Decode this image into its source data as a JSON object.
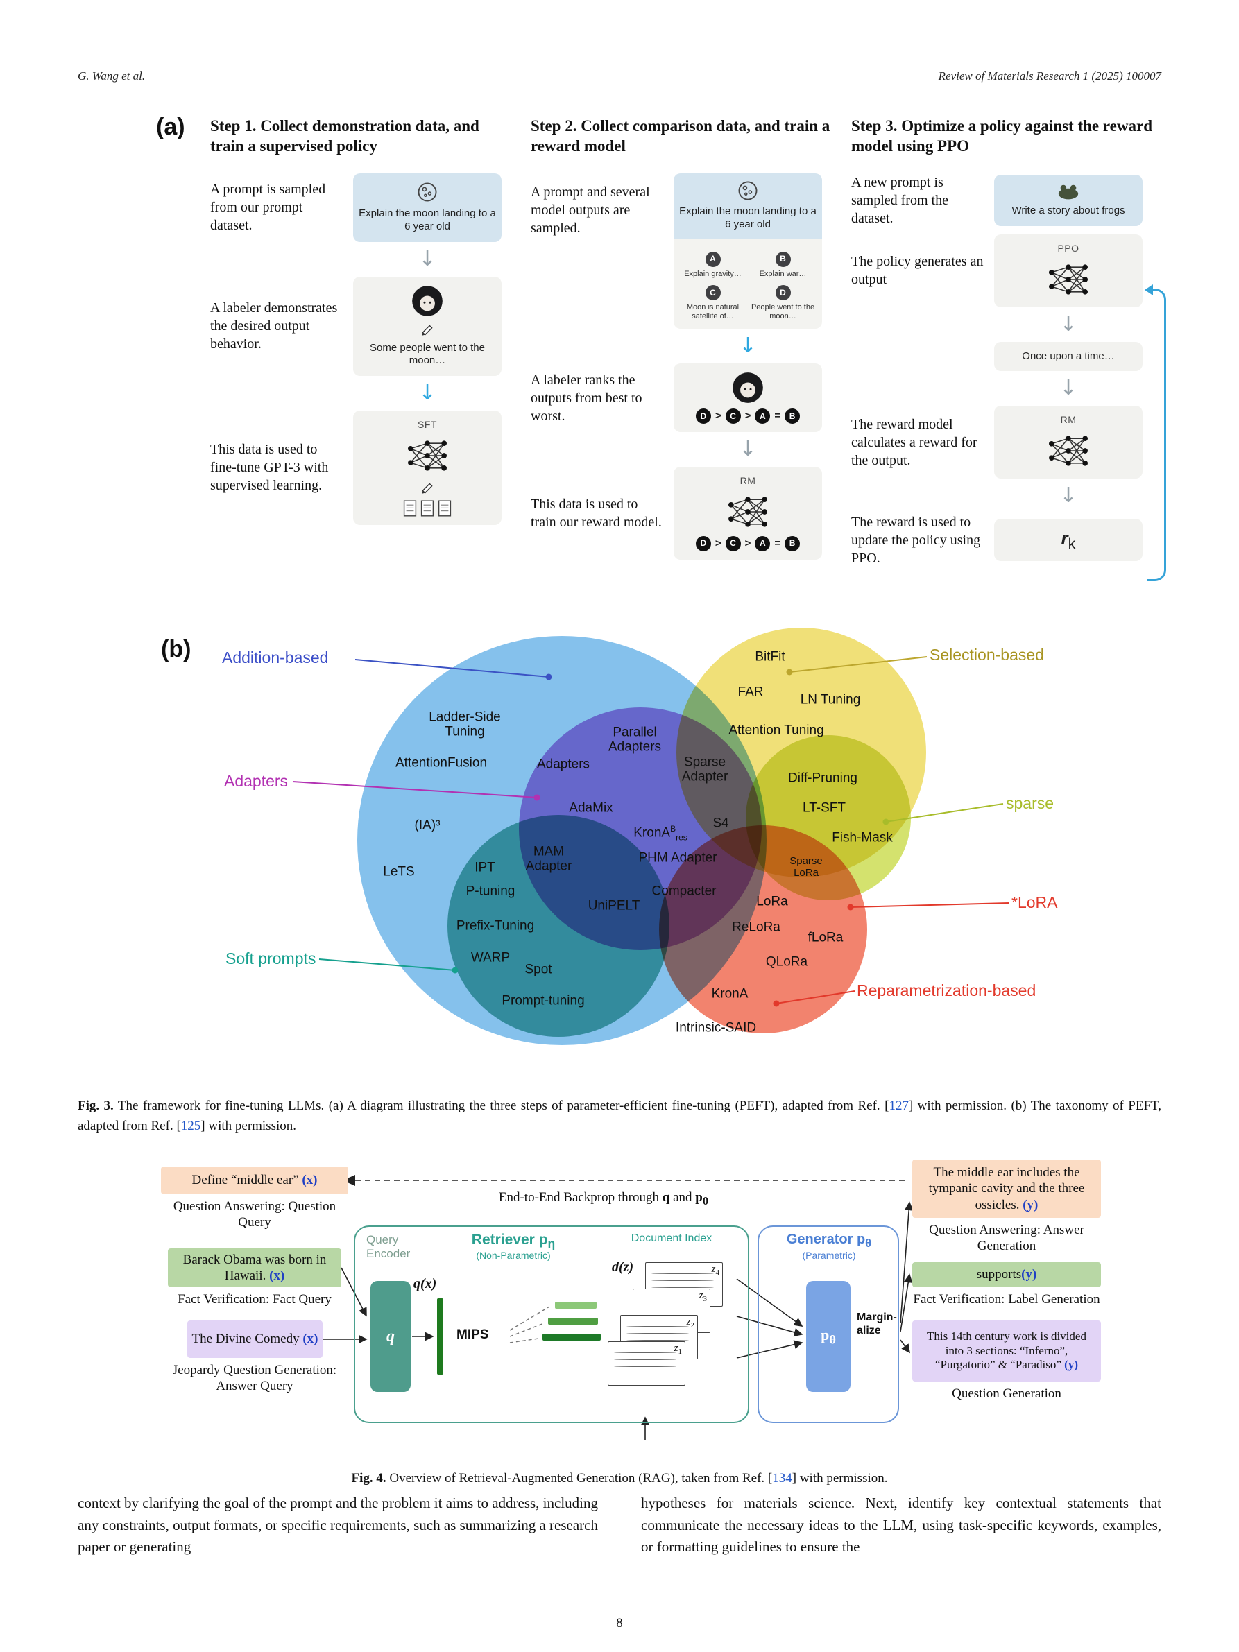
{
  "header": {
    "authors": "G. Wang et al.",
    "journal": "Review of Materials Research 1 (2025) 100007"
  },
  "fig3": {
    "a_label": "(a)",
    "b_label": "(b)",
    "step1": {
      "title": "Step 1. Collect demonstration data, and train a supervised policy",
      "d1": "A prompt is sampled from our prompt dataset.",
      "prompt": "Explain the moon landing to a 6 year old",
      "d2": "A labeler demonstrates the desired output behavior.",
      "demo": "Some people went to the moon…",
      "d3": "This data is used to fine-tune GPT-3 with supervised learning.",
      "model": "SFT"
    },
    "step2": {
      "title": "Step 2. Collect comparison data, and train a reward model",
      "d1": "A prompt and several model outputs are sampled.",
      "prompt": "Explain the moon landing to a 6 year old",
      "options": [
        {
          "key": "A",
          "text": "Explain gravity…"
        },
        {
          "key": "B",
          "text": "Explain war…"
        },
        {
          "key": "C",
          "text": "Moon is natural satellite of…"
        },
        {
          "key": "D",
          "text": "People went to the moon…"
        }
      ],
      "d2": "A labeler ranks the outputs from best to worst.",
      "ranking": {
        "l1": "D",
        "s1": ">",
        "l2": "C",
        "s2": ">",
        "l3": "A",
        "s3": "=",
        "l4": "B"
      },
      "d3": "This data is used to train our reward model.",
      "model": "RM"
    },
    "step3": {
      "title": "Step 3. Optimize a policy against the reward model using PPO",
      "d1": "A new prompt is sampled from the dataset.",
      "prompt": "Write a story about frogs",
      "d2": "The policy generates an output",
      "policy": "PPO",
      "output": "Once upon a time…",
      "d3": "The reward model calculates a reward for the output.",
      "rm": "RM",
      "d4": "The reward is used to update the policy using PPO.",
      "reward": {
        "base": "r",
        "sub": "k"
      }
    },
    "venn": {
      "outside": {
        "addition": "Addition-based",
        "selection": "Selection-based",
        "adapters": "Adapters",
        "sparse": "sparse",
        "lora": "*LoRA",
        "reparam": "Reparametrization-based",
        "soft": "Soft prompts"
      },
      "labels": [
        "Ladder-Side Tuning",
        "AttentionFusion",
        "(IA)³",
        "LeTS",
        "Adapters",
        "Parallel Adapters",
        "Sparse Adapter",
        "AdaMix",
        "BitFit",
        "FAR",
        "LN Tuning",
        "Attention Tuning",
        "Diff-Pruning",
        "LT-SFT",
        "Fish-Mask",
        "S4",
        "PHM Adapter",
        "Compacter",
        "MAM Adapter",
        "IPT",
        "P-tuning",
        "UniPELT",
        "Prefix-Tuning",
        "WARP",
        "Spot",
        "Prompt-tuning",
        "Sparse LoRa",
        "LoRa",
        "ReLoRa",
        "fLoRa",
        "QLoRa",
        "KronA",
        "Intrinsic-SAID"
      ],
      "krona": {
        "base": "KronA",
        "sup": "B",
        "sub": "res"
      }
    }
  },
  "fig3_caption": {
    "label": "Fig. 3.",
    "t1": " The framework for fine-tuning LLMs. (a) A diagram illustrating the three steps of parameter-efficient fine-tuning (PEFT), adapted from Ref. [",
    "r1": "127",
    "t2": "] with permission. (b) The taxonomy of PEFT, adapted from Ref. [",
    "r2": "125",
    "t3": "] with permission."
  },
  "fig4": {
    "backprop": {
      "t1": "End-to-End Backprop through ",
      "q": "q",
      "t2": " and ",
      "p": "p",
      "p_sub": "θ"
    },
    "left": [
      {
        "text": "Define “middle ear” ",
        "var": "(x)",
        "caption": "Question Answering: Question Query"
      },
      {
        "text": "Barack Obama was born in Hawaii. ",
        "var": "(x)",
        "caption": "Fact Verification: Fact Query"
      },
      {
        "text": "The Divine Comedy ",
        "var": "(x)",
        "caption": "Jeopardy Question Generation: Answer Query"
      }
    ],
    "retriever": {
      "encoder": "Query Encoder",
      "title": "Retriever p",
      "title_sub": "η",
      "subtitle": "(Non-Parametric)",
      "q": "q",
      "qx": "q(x)",
      "mips": "MIPS",
      "dz": "d(z)",
      "index": "Document Index",
      "docs": [
        {
          "b": "z",
          "s": "4"
        },
        {
          "b": "z",
          "s": "3"
        },
        {
          "b": "z",
          "s": "2"
        },
        {
          "b": "z",
          "s": "1"
        }
      ]
    },
    "generator": {
      "title": "Generator p",
      "title_sub": "θ",
      "subtitle": "(Parametric)",
      "p": "p",
      "p_sub": "θ",
      "marg1": "Margin-",
      "marg2": "alize"
    },
    "right": [
      {
        "text": "The middle ear includes the tympanic cavity and the three ossicles. ",
        "var": "(y)",
        "caption": "Question Answering: Answer Generation"
      },
      {
        "text": "supports",
        "var": "(y)",
        "caption": "Fact Verification: Label Generation"
      },
      {
        "text": "This 14th century work is divided into 3 sections: “Inferno”, “Purgatorio” & “Paradiso” ",
        "var": "(y)",
        "caption": "Question Generation"
      }
    ]
  },
  "fig4_caption": {
    "label": "Fig. 4.",
    "t1": " Overview of Retrieval-Augmented Generation (RAG), taken from Ref. [",
    "r1": "134",
    "t2": "] with permission."
  },
  "body": {
    "left": "context by clarifying the goal of the prompt and the problem it aims to address, including any constraints, output formats, or specific requirements, such as summarizing a research paper or generating",
    "right": "hypotheses for materials science. Next, identify key contextual statements that communicate the necessary ideas to the LLM, using task-specific keywords, examples, or formatting guidelines to ensure the"
  },
  "page_number": "8"
}
